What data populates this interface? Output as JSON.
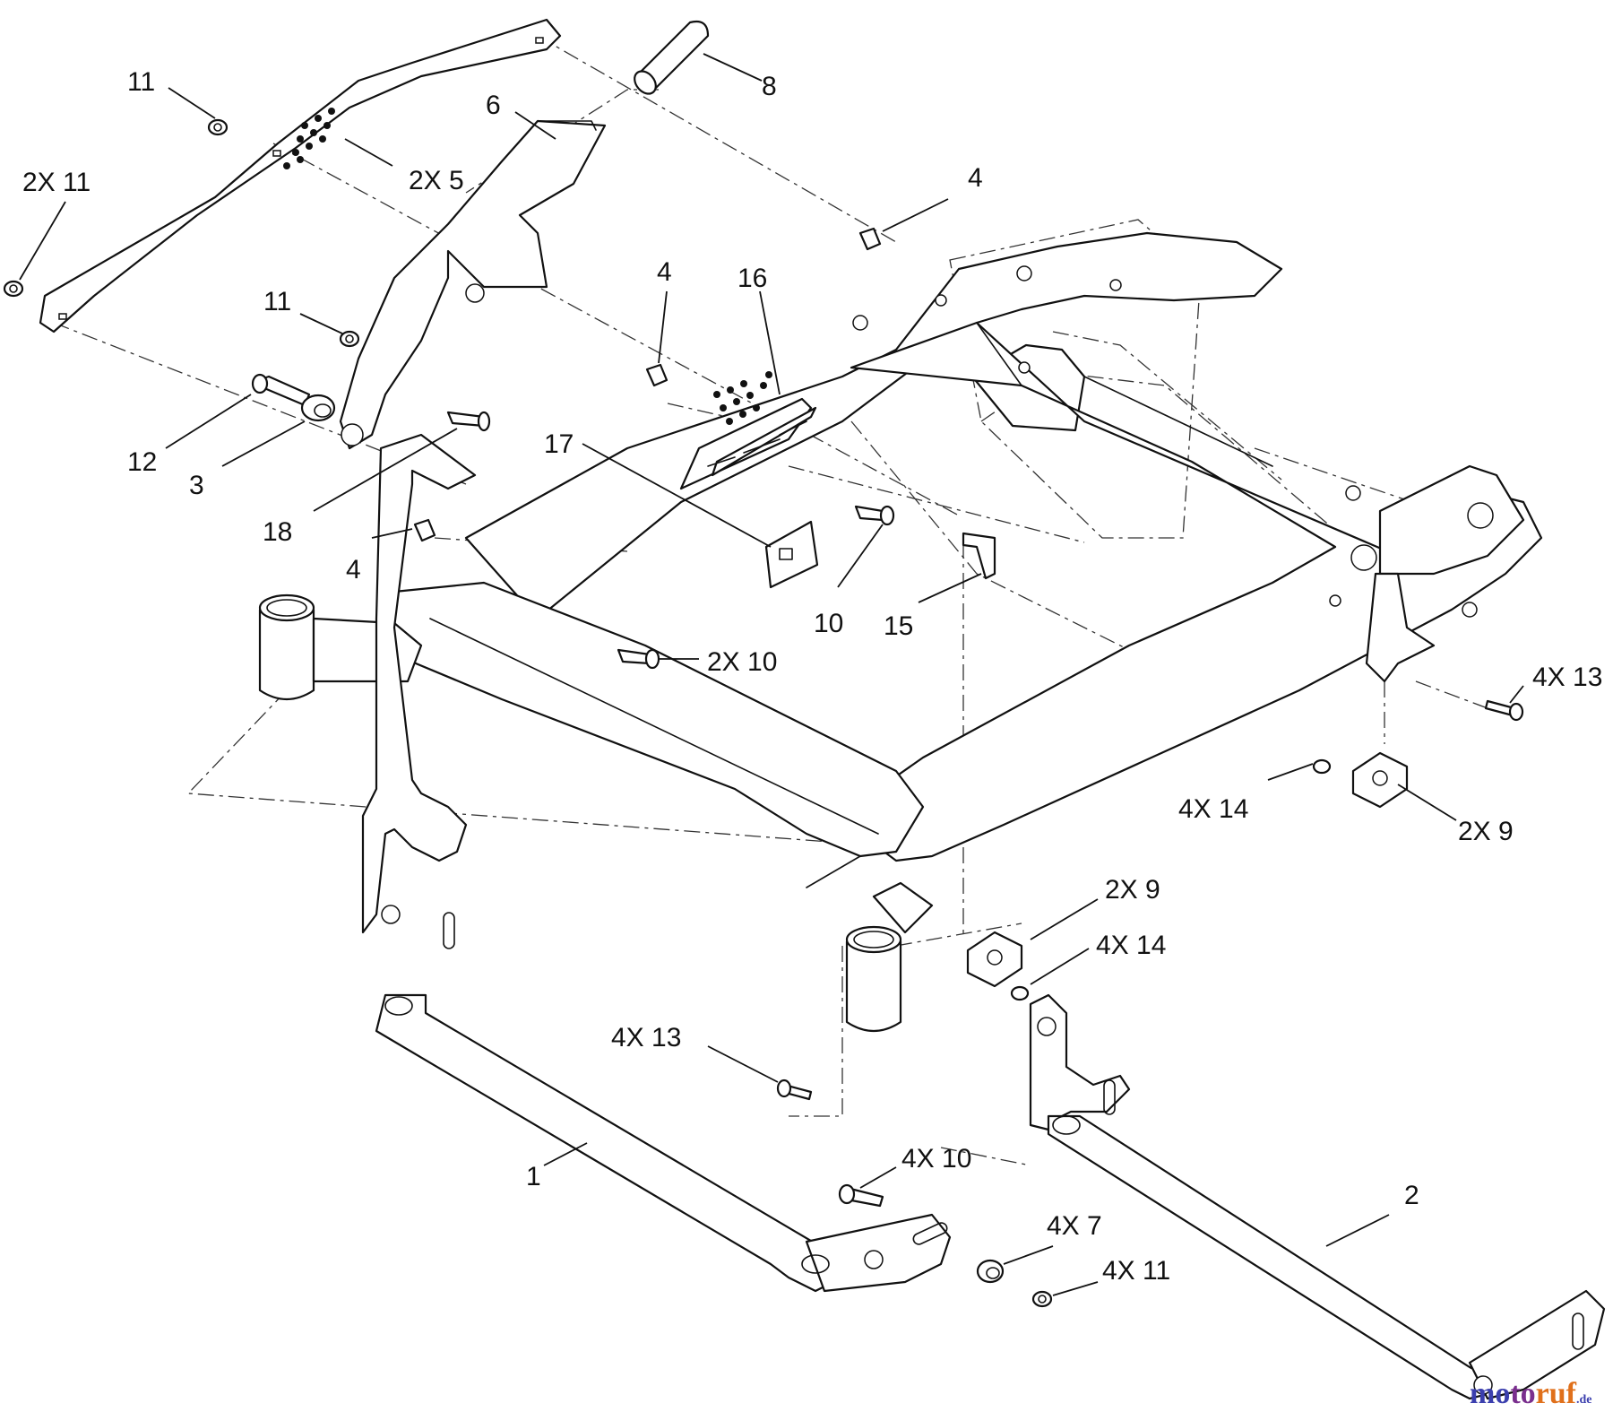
{
  "watermark": {
    "parts": [
      {
        "text": "mo",
        "color": "#3b3fae"
      },
      {
        "text": "to",
        "color": "#7a2f8e"
      },
      {
        "text": "ruf",
        "color": "#e0701b"
      },
      {
        "text": ".de",
        "color": "#3b3fae"
      }
    ]
  },
  "callouts": [
    {
      "id": "c-11-a",
      "label": "11"
    },
    {
      "id": "c-2x11",
      "label": "2X 11"
    },
    {
      "id": "c-2x5",
      "label": "2X 5"
    },
    {
      "id": "c-6",
      "label": "6"
    },
    {
      "id": "c-8",
      "label": "8"
    },
    {
      "id": "c-4-a",
      "label": "4"
    },
    {
      "id": "c-4-b",
      "label": "4"
    },
    {
      "id": "c-16",
      "label": "16"
    },
    {
      "id": "c-11-b",
      "label": "11"
    },
    {
      "id": "c-17",
      "label": "17"
    },
    {
      "id": "c-12",
      "label": "12"
    },
    {
      "id": "c-3",
      "label": "3"
    },
    {
      "id": "c-18",
      "label": "18"
    },
    {
      "id": "c-4-c",
      "label": "4"
    },
    {
      "id": "c-10",
      "label": "10"
    },
    {
      "id": "c-15",
      "label": "15"
    },
    {
      "id": "c-2x10",
      "label": "2X 10"
    },
    {
      "id": "c-4x13-a",
      "label": "4X 13"
    },
    {
      "id": "c-4x14-a",
      "label": "4X 14"
    },
    {
      "id": "c-2x9-a",
      "label": "2X 9"
    },
    {
      "id": "c-2x9-b",
      "label": "2X 9"
    },
    {
      "id": "c-4x14-b",
      "label": "4X 14"
    },
    {
      "id": "c-4x13-b",
      "label": "4X 13"
    },
    {
      "id": "c-1",
      "label": "1"
    },
    {
      "id": "c-4x10",
      "label": "4X 10"
    },
    {
      "id": "c-4x7",
      "label": "4X 7"
    },
    {
      "id": "c-2",
      "label": "2"
    },
    {
      "id": "c-4x11",
      "label": "4X 11"
    }
  ]
}
